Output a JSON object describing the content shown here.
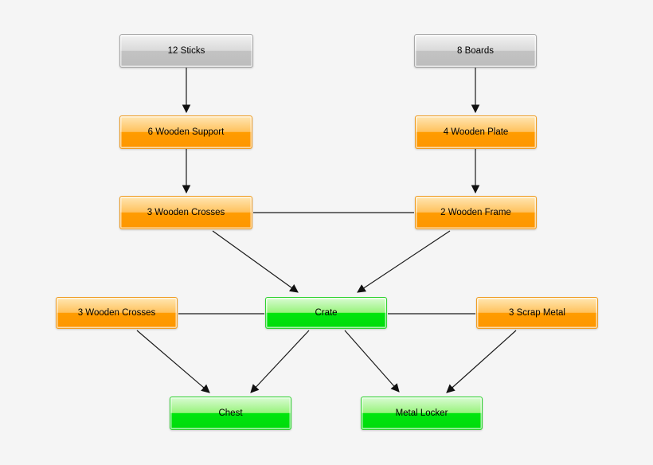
{
  "diagram": {
    "kind": "crafting-flowchart"
  },
  "colors": {
    "background": "#f5f5f5",
    "edge": "#1a1a1a",
    "raw_fill": "#c3c3c3",
    "raw_border": "#a8a8a8",
    "component_fill": "#ff9c00",
    "component_border": "#ef9d23",
    "product_fill": "#00e60d",
    "product_border": "#2fd32f"
  },
  "nodes": [
    {
      "id": "sticks",
      "label": "12 Sticks",
      "type": "raw"
    },
    {
      "id": "boards",
      "label": "8 Boards",
      "type": "raw"
    },
    {
      "id": "wooden-support",
      "label": "6 Wooden Support",
      "type": "component"
    },
    {
      "id": "wooden-plate",
      "label": "4 Wooden Plate",
      "type": "component"
    },
    {
      "id": "wooden-crosses",
      "label": "3 Wooden Crosses",
      "type": "component"
    },
    {
      "id": "wooden-frame",
      "label": "2 Wooden Frame",
      "type": "component"
    },
    {
      "id": "wooden-crosses-2",
      "label": "3 Wooden Crosses",
      "type": "component"
    },
    {
      "id": "crate",
      "label": "Crate",
      "type": "product"
    },
    {
      "id": "scrap-metal",
      "label": "3 Scrap Metal",
      "type": "component"
    },
    {
      "id": "chest",
      "label": "Chest",
      "type": "product"
    },
    {
      "id": "metal-locker",
      "label": "Metal Locker",
      "type": "product"
    }
  ],
  "edges": [
    {
      "from": "sticks",
      "to": "wooden-support",
      "directed": true
    },
    {
      "from": "boards",
      "to": "wooden-plate",
      "directed": true
    },
    {
      "from": "wooden-support",
      "to": "wooden-crosses",
      "directed": true
    },
    {
      "from": "wooden-plate",
      "to": "wooden-frame",
      "directed": true
    },
    {
      "from": "wooden-crosses",
      "to": "wooden-frame",
      "directed": false
    },
    {
      "from": "wooden-crosses",
      "to": "crate",
      "directed": true
    },
    {
      "from": "wooden-frame",
      "to": "crate",
      "directed": true
    },
    {
      "from": "wooden-crosses-2",
      "to": "crate",
      "directed": false
    },
    {
      "from": "crate",
      "to": "scrap-metal",
      "directed": false
    },
    {
      "from": "wooden-crosses-2",
      "to": "chest",
      "directed": true
    },
    {
      "from": "crate",
      "to": "chest",
      "directed": true
    },
    {
      "from": "crate",
      "to": "metal-locker",
      "directed": true
    },
    {
      "from": "scrap-metal",
      "to": "metal-locker",
      "directed": true
    }
  ]
}
